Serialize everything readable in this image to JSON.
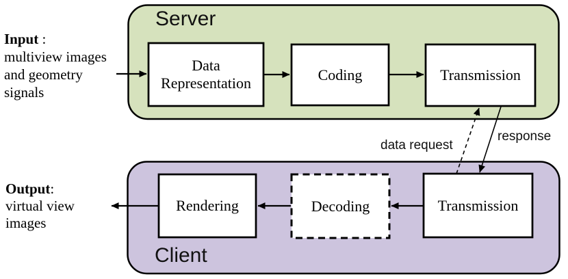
{
  "colors": {
    "server_fill": "#d6e2bd",
    "client_fill": "#cdc4de",
    "box_fill": "#ffffff",
    "stroke": "#000000"
  },
  "input": {
    "heading": "Input",
    "colon": " :",
    "lines": [
      "multiview images",
      "and geometry",
      "signals"
    ]
  },
  "output": {
    "heading": "Output",
    "colon": ":",
    "lines": [
      "virtual view",
      "images"
    ]
  },
  "server": {
    "title": "Server",
    "boxes": {
      "data_representation": {
        "line1": "Data",
        "line2": "Representation"
      },
      "coding": {
        "label": "Coding"
      },
      "transmission": {
        "label": "Transmission"
      }
    }
  },
  "client": {
    "title": "Client",
    "boxes": {
      "rendering": {
        "label": "Rendering"
      },
      "decoding": {
        "label": "Decoding"
      },
      "transmission": {
        "label": "Transmission"
      }
    }
  },
  "connections": {
    "data_request_label": "data request",
    "response_label": "response"
  }
}
